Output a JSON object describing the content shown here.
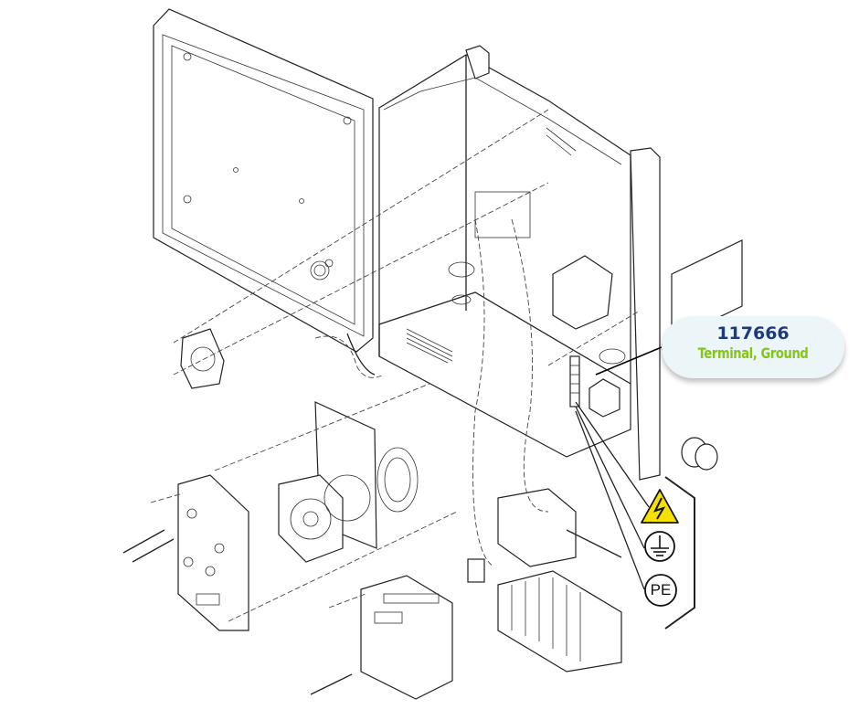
{
  "callout": {
    "part_number": "117666",
    "description": "Terminal, Ground"
  },
  "symbols": {
    "pe_label": "PE",
    "warning": "high-voltage-icon",
    "ground": "ground-icon"
  },
  "colors": {
    "part_number": "#1f3a7a",
    "description": "#84c51a",
    "callout_bg": "#ecf5f7",
    "warning": "#f5e000"
  }
}
